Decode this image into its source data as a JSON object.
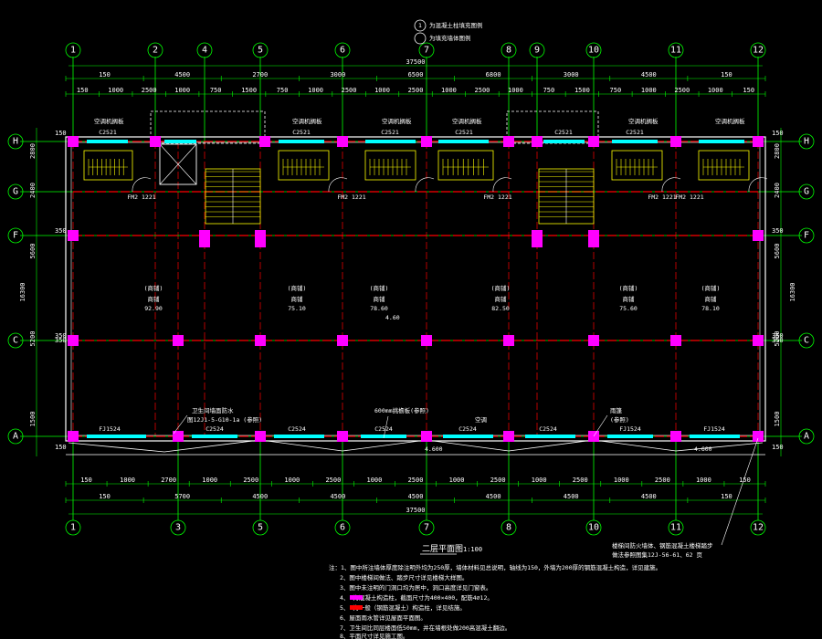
{
  "colors": {
    "background": "#000000",
    "axis_line": "#00ff00",
    "column": "#ff00ff",
    "grid": "#ff0000",
    "wall": "#ffffff",
    "window": "#00ffff",
    "stair": "#ffff00",
    "dimension": "#00ff00",
    "text": "#ffffff",
    "leader": "#ffffff"
  },
  "title": "二层平面图",
  "scale": "1:100",
  "legend_top": [
    "为混凝土柱填充图例",
    "为填充墙体图例"
  ],
  "top_axes": [
    "1",
    "2",
    "4",
    "5",
    "6",
    "7",
    "8",
    "9",
    "10",
    "11",
    "12"
  ],
  "bottom_axes": [
    "1",
    "3",
    "5",
    "6",
    "7",
    "8",
    "10",
    "11",
    "12"
  ],
  "side_axes": [
    "H",
    "G",
    "F",
    "C",
    "A"
  ],
  "dims": {
    "top_overall": "37500",
    "top_row1": [
      "150",
      "4500",
      "2700",
      "3000",
      "6500",
      "6800",
      "3000",
      "4500",
      "150"
    ],
    "top_row2": [
      "150",
      "1000",
      "2500",
      "1000",
      "750",
      "1500",
      "750",
      "1000",
      "2500",
      "1000",
      "2500",
      "1000",
      "2500",
      "1000",
      "750",
      "1500",
      "750",
      "1000",
      "2500",
      "1000",
      "150"
    ],
    "bottom_row1": [
      "150",
      "1000",
      "2700",
      "1000",
      "2500",
      "1000",
      "2500",
      "1000",
      "2500",
      "1000",
      "2500",
      "1000",
      "2500",
      "1000",
      "2500",
      "1000",
      "150"
    ],
    "bottom_row2": [
      "150",
      "5700",
      "4500",
      "4500",
      "4500",
      "4500",
      "4500",
      "4500",
      "150"
    ],
    "bottom_overall": "37500",
    "left_total": "16300",
    "left_parts": [
      "2800",
      "2400",
      "5600",
      "5200",
      "1500"
    ],
    "right_total": "16300",
    "right_parts": [
      "2800",
      "2400",
      "5600",
      "5200",
      "1500"
    ],
    "side_small": [
      "150",
      "350",
      "350",
      "350",
      "150"
    ]
  },
  "room_labels": [
    "商铺",
    "商铺",
    "商铺",
    "商铺",
    "商铺",
    "商铺"
  ],
  "room_areas": [
    "92.90",
    "75.10",
    "78.60",
    "82.50",
    "75.60",
    "78.10"
  ],
  "room_codes": [
    "(商铺)",
    "(商铺)",
    "(商铺)",
    "(商铺)",
    "(商铺)",
    "(商铺)"
  ],
  "balcony_labels": [
    "空调机搁板",
    "空调机搁板",
    "空调机搁板",
    "空调机搁板",
    "空调机搁板",
    "空调机搁板"
  ],
  "window_codes": [
    "C2521",
    "C2521",
    "C2521",
    "C2521",
    "C2521",
    "C2521"
  ],
  "door_codes": [
    "FM2 1221",
    "FM2 1221",
    "FM2 1221",
    "FM2 1221",
    "FM2 1221"
  ],
  "bottom_window_codes": [
    "FJ1524",
    "C2524",
    "C2524",
    "C2524",
    "C2524",
    "C2524",
    "FJ1524",
    "FJ1524"
  ],
  "elevations": [
    "4.60",
    "4.600",
    "4.600"
  ],
  "annotations": {
    "left_callout": "卫生间墙面防水",
    "left_callout2": "图12J1-5-G10-1a (参照)",
    "mid_callout": "600mm挑檐板(参照)",
    "right_callout": "雨篷",
    "right_callout2": "(参照)",
    "ac_note": "空调",
    "far_right": "楼梯间防火墙体、钢筋混凝土楼梯踏步",
    "far_right2": "做法参照图集12J-56-61、62 页"
  },
  "notes": [
    "注：1、图中所注墙体厚度除注明外均为250厚，墙体材料见总说明，轴线为150，外墙为200厚的钢筋混凝土构造，详见建施。",
    "2、图中楼梯间做法、踏步尺寸详见楼梯大样图。",
    "3、图中未注明的门洞口均为居中，洞口高度详见门窗表。",
    "4、      为混凝土构造柱，截面尺寸为400×400，配筋4⌀12。",
    "5、      为一般（钢筋混凝土）构造柱，详见结施。",
    "6、屋面雨水管详见屋面平面图。",
    "7、卫生间比同层楼面低50mm，并在墙根处做200高混凝土翻边。",
    "8、平面尺寸详见施工图。"
  ]
}
